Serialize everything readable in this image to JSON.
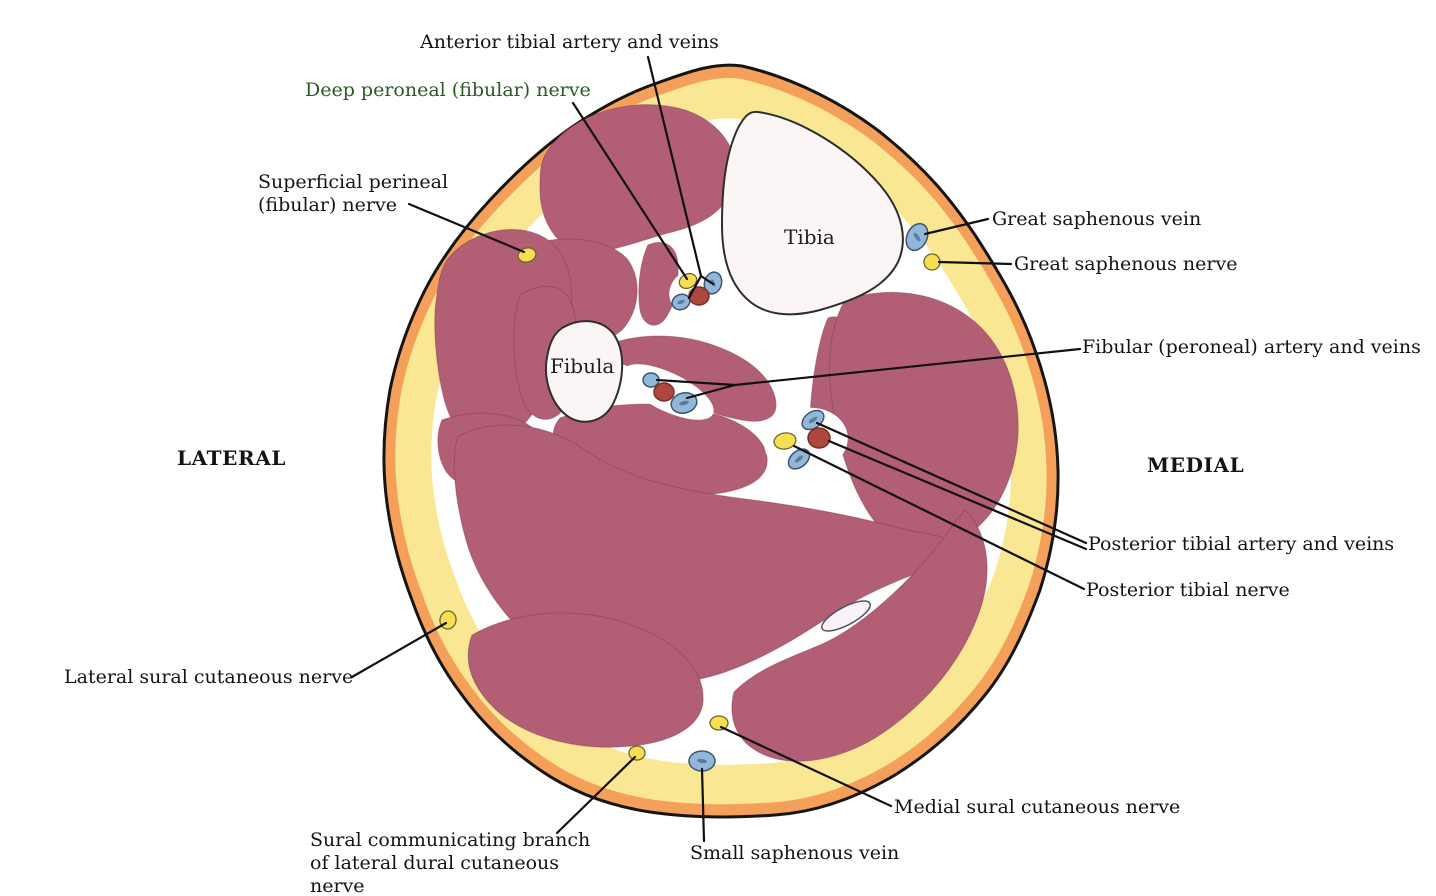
{
  "figure": {
    "orientation": {
      "lateral": "LATERAL",
      "medial": "MEDIAL"
    },
    "bones": {
      "tibia": "Tibia",
      "fibula": "Fibula"
    },
    "annotations": {
      "anterior_tibial_vessels": "Anterior tibial artery and veins",
      "deep_peroneal_nerve": "Deep peroneal (fibular) nerve",
      "superficial_peroneal_nerve": "Superficial perineal (fibular) nerve",
      "great_saphenous_vein": "Great saphenous vein",
      "great_saphenous_nerve": "Great saphenous nerve",
      "fibular_vessels": "Fibular (peroneal) artery and veins",
      "posterior_tibial_vessels": "Posterior tibial artery and  veins",
      "posterior_tibial_nerve": "Posterior tibial nerve",
      "lateral_sural_cutaneous_nerve": "Lateral sural cutaneous nerve",
      "medial_sural_cutaneous_nerve": "Medial sural cutaneous nerve",
      "sural_communicating_branch": "Sural communicating branch of lateral dural cutaneous nerve",
      "small_saphenous_vein": "Small saphenous vein"
    },
    "colors": {
      "skin": "#F5A05A",
      "fat": "#FAE793",
      "muscle": "#B25F75",
      "bone": "#FBF5F6",
      "vein": "#92B7D8",
      "vein_streak": "#5C7C9C",
      "artery": "#AC4840",
      "nerve": "#F8DE52",
      "nerve_label_green": "#275C20",
      "line": "#111111"
    }
  }
}
